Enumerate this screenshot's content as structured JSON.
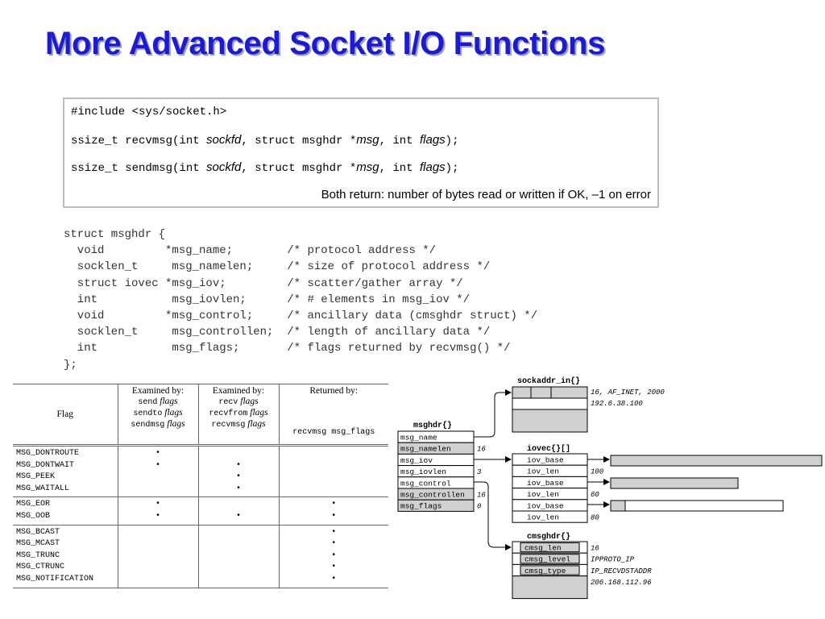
{
  "slide": {
    "title": "More Advanced Socket I/O Functions"
  },
  "prototypes": {
    "include": "#include <sys/socket.h>",
    "recvmsg": {
      "ret": "ssize_t recvmsg(int ",
      "a1": "sockfd",
      "mid": ", struct msghdr *",
      "a2": "msg",
      "mid2": ", int ",
      "a3": "flags",
      "end": ");"
    },
    "sendmsg": {
      "ret": "ssize_t sendmsg(int ",
      "a1": "sockfd",
      "mid": ", struct msghdr *",
      "a2": "msg",
      "mid2": ", int ",
      "a3": "flags",
      "end": ");"
    },
    "return_note": "Both return: number of bytes read or written if OK, –1 on error"
  },
  "struct_code": [
    "struct msghdr {",
    "  void         *msg_name;        /* protocol address */",
    "  socklen_t     msg_namelen;     /* size of protocol address */",
    "  struct iovec *msg_iov;         /* scatter/gather array */",
    "  int           msg_iovlen;      /* # elements in msg_iov */",
    "  void         *msg_control;     /* ancillary data (cmsghdr struct) */",
    "  socklen_t     msg_controllen;  /* length of ancillary data */",
    "  int           msg_flags;       /* flags returned by recvmsg() */",
    "};"
  ],
  "flag_table": {
    "headers": {
      "flag": "Flag",
      "examined1": "Examined by:",
      "examined1_lines": [
        "send",
        "flags",
        "sendto",
        "flags",
        "sendmsg",
        "flags"
      ],
      "examined2": "Examined by:",
      "examined2_lines": [
        "recv",
        "flags",
        "recvfrom",
        "flags",
        "recvmsg",
        "flags"
      ],
      "returned": "Returned by:",
      "returned_line": "recvmsg msg_flags"
    },
    "groups": [
      {
        "flags": [
          "MSG_DONTROUTE",
          "MSG_DONTWAIT",
          "MSG_PEEK",
          "MSG_WAITALL"
        ],
        "send": [
          "•",
          "•",
          "",
          ""
        ],
        "recv": [
          "",
          "•",
          "•",
          "•"
        ],
        "ret": [
          "",
          "",
          "",
          ""
        ]
      },
      {
        "flags": [
          "MSG_EOR",
          "MSG_OOB"
        ],
        "send": [
          "•",
          "•"
        ],
        "recv": [
          "",
          "•"
        ],
        "ret": [
          "•",
          "•"
        ]
      },
      {
        "flags": [
          "MSG_BCAST",
          "MSG_MCAST",
          "MSG_TRUNC",
          "MSG_CTRUNC",
          "MSG_NOTIFICATION"
        ],
        "send": [
          "",
          "",
          "",
          "",
          ""
        ],
        "recv": [
          "",
          "",
          "",
          "",
          ""
        ],
        "ret": [
          "•",
          "•",
          "•",
          "•",
          "•"
        ]
      }
    ]
  },
  "diagram": {
    "sockaddr_title": "sockaddr_in{}",
    "sockaddr_vals": [
      "16, AF_INET, 2000",
      "192.6.38.100"
    ],
    "msghdr_title": "msghdr{}",
    "msghdr_fields": [
      "msg_name",
      "msg_namelen",
      "msg_iov",
      "msg_iovlen",
      "msg_control",
      "msg_controllen",
      "msg_flags"
    ],
    "msghdr_vals": [
      "",
      "16",
      "",
      "3",
      "",
      "16",
      "0"
    ],
    "iovec_title": "iovec{}[]",
    "iovec_fields": [
      "iov_base",
      "iov_len",
      "iov_base",
      "iov_len",
      "iov_base",
      "iov_len"
    ],
    "iovec_vals": [
      "",
      "100",
      "",
      "60",
      "",
      "80"
    ],
    "cmsghdr_title": "cmsghdr{}",
    "cmsghdr_fields": [
      "cmsg_len",
      "cmsg_level",
      "cmsg_type"
    ],
    "cmsghdr_vals": [
      "16",
      "IPPROTO_IP",
      "IP_RECVDSTADDR",
      "206.168.112.96"
    ]
  }
}
